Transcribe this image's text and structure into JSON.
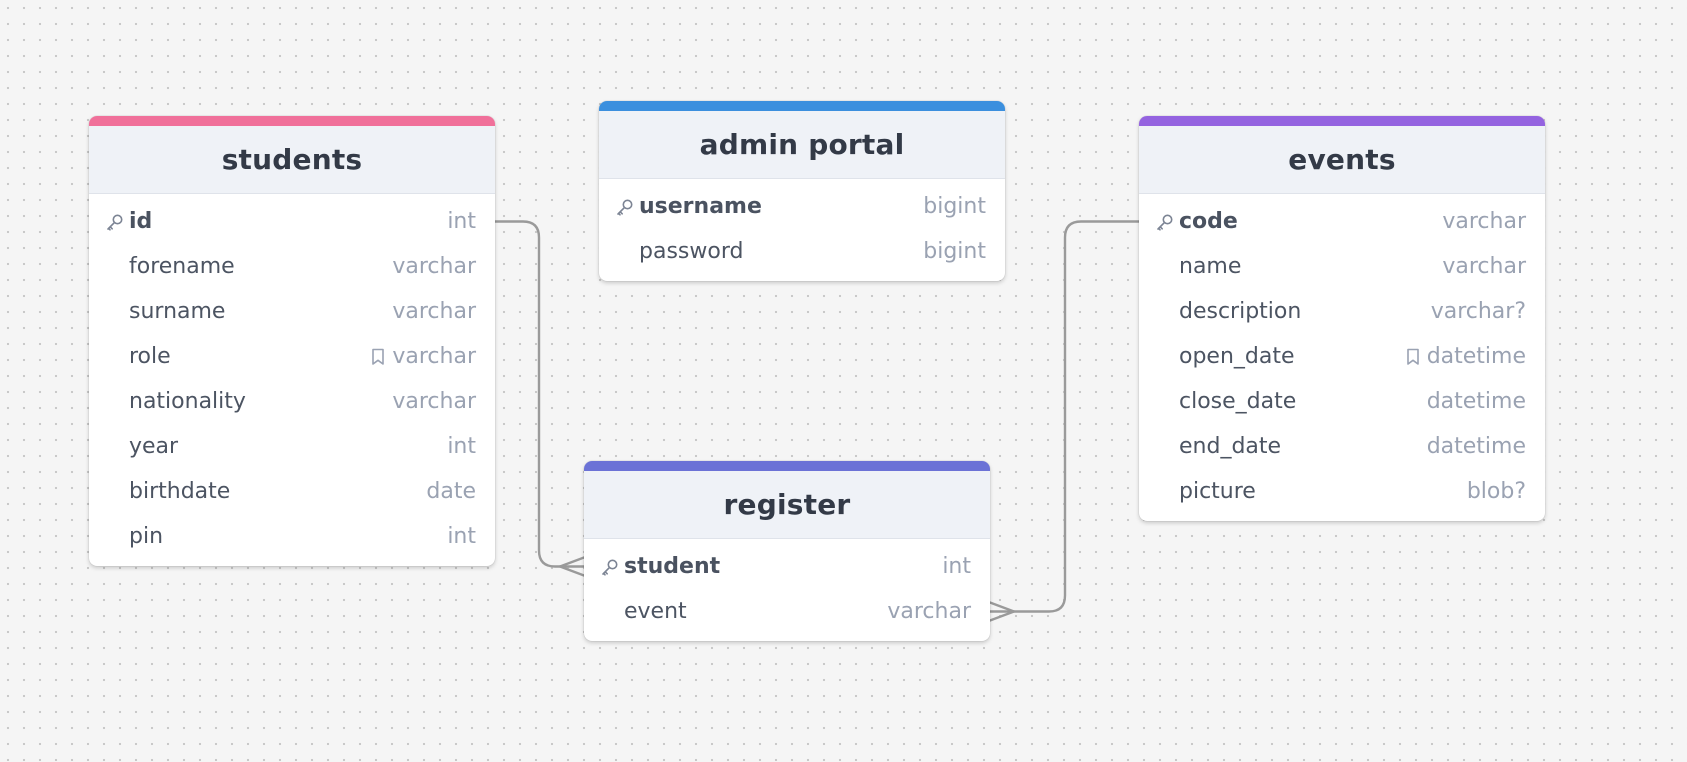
{
  "diagram": {
    "tables": [
      {
        "id": "students",
        "title": "students",
        "accent": "#f0709a",
        "fields": [
          {
            "name": "id",
            "type": "int",
            "pk": true,
            "note": false
          },
          {
            "name": "forename",
            "type": "varchar",
            "pk": false,
            "note": false
          },
          {
            "name": "surname",
            "type": "varchar",
            "pk": false,
            "note": false
          },
          {
            "name": "role",
            "type": "varchar",
            "pk": false,
            "note": true
          },
          {
            "name": "nationality",
            "type": "varchar",
            "pk": false,
            "note": false
          },
          {
            "name": "year",
            "type": "int",
            "pk": false,
            "note": false
          },
          {
            "name": "birthdate",
            "type": "date",
            "pk": false,
            "note": false
          },
          {
            "name": "pin",
            "type": "int",
            "pk": false,
            "note": false
          }
        ]
      },
      {
        "id": "admin-portal",
        "title": "admin portal",
        "accent": "#3b8fde",
        "fields": [
          {
            "name": "username",
            "type": "bigint",
            "pk": true,
            "note": false
          },
          {
            "name": "password",
            "type": "bigint",
            "pk": false,
            "note": false
          }
        ]
      },
      {
        "id": "events",
        "title": "events",
        "accent": "#9463e0",
        "fields": [
          {
            "name": "code",
            "type": "varchar",
            "pk": true,
            "note": false
          },
          {
            "name": "name",
            "type": "varchar",
            "pk": false,
            "note": false
          },
          {
            "name": "description",
            "type": "varchar?",
            "pk": false,
            "note": false
          },
          {
            "name": "open_date",
            "type": "datetime",
            "pk": false,
            "note": true
          },
          {
            "name": "close_date",
            "type": "datetime",
            "pk": false,
            "note": false
          },
          {
            "name": "end_date",
            "type": "datetime",
            "pk": false,
            "note": false
          },
          {
            "name": "picture",
            "type": "blob?",
            "pk": false,
            "note": false
          }
        ]
      },
      {
        "id": "register",
        "title": "register",
        "accent": "#6b72d6",
        "fields": [
          {
            "name": "student",
            "type": "int",
            "pk": true,
            "note": false
          },
          {
            "name": "event",
            "type": "varchar",
            "pk": false,
            "note": false
          }
        ]
      }
    ],
    "relations": [
      {
        "from": "students.id",
        "to": "register.student",
        "cardinality": "one-to-many"
      },
      {
        "from": "events.code",
        "to": "register.event",
        "cardinality": "one-to-many"
      }
    ],
    "colors": {
      "connector": "#9a9a9a",
      "background": "#f5f5f5",
      "grid_dot": "#c9c9c9"
    },
    "icons": {
      "primary_key": "key-icon",
      "note": "bookmark-icon"
    }
  }
}
